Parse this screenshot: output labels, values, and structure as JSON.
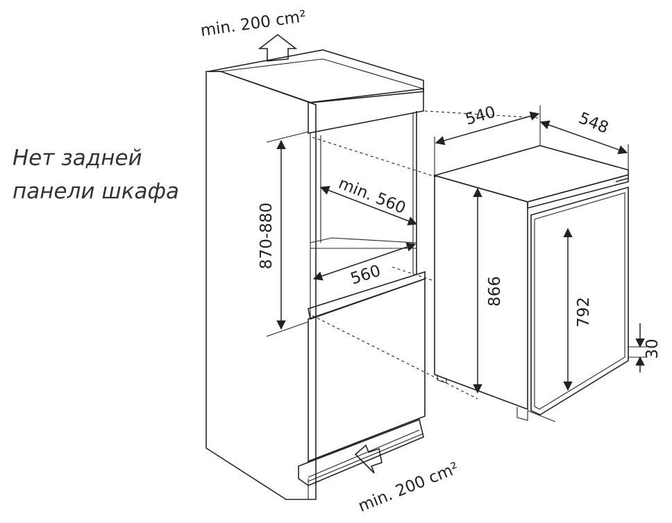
{
  "note": {
    "line1": "Нет задней",
    "line2": "панели шкафа"
  },
  "airflow": {
    "top_label": "min. 200 cm²",
    "bottom_label": "min. 200 cm²"
  },
  "niche": {
    "height_label": "870-880",
    "depth_label": "min. 560",
    "width_label": "560"
  },
  "appliance": {
    "width_label": "540",
    "depth_label": "548",
    "height_label": "866",
    "door_height_label": "792",
    "offset_label": "30"
  },
  "colors": {
    "line": "#222222",
    "background": "#ffffff"
  }
}
